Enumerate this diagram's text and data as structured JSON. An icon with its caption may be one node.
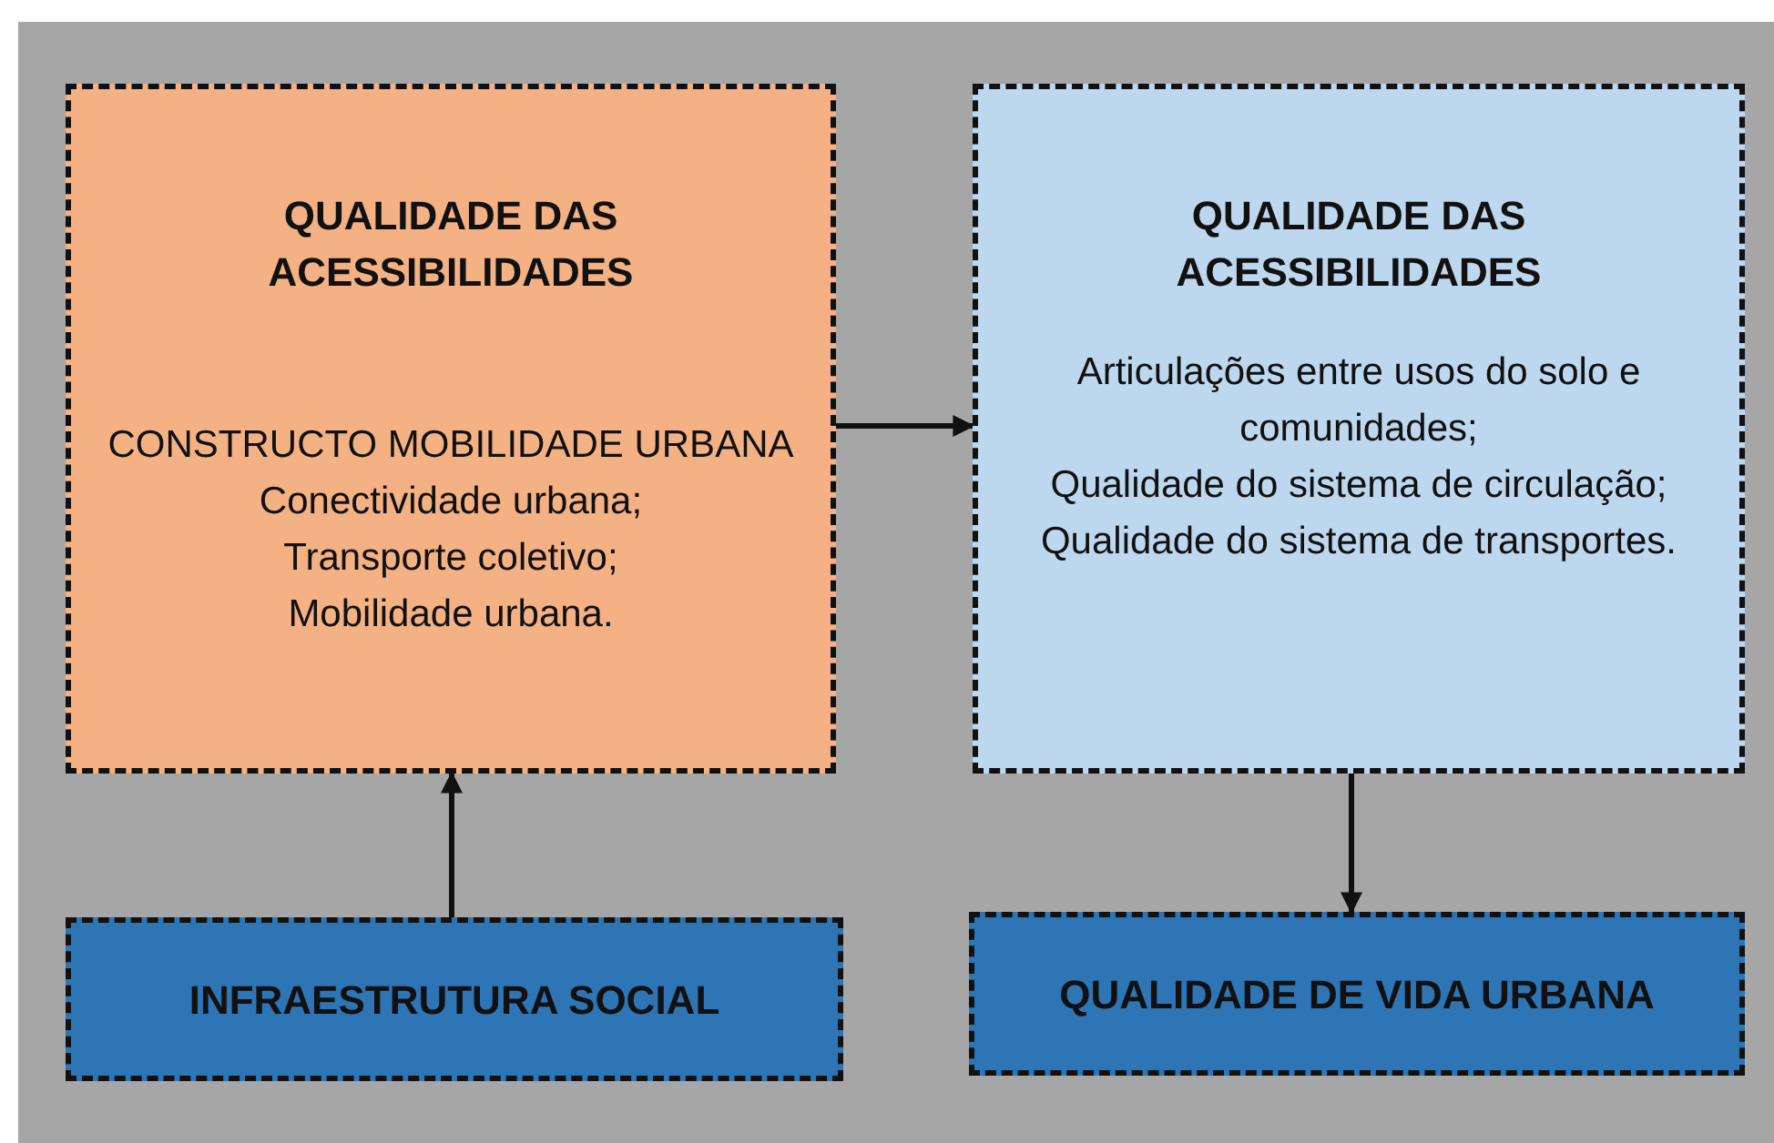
{
  "diagram": {
    "nodes": [
      {
        "text": [
          "QUALIDADE DAS ACESSIBILIDADES",
          "CONSTRUCTO MOBILIDADE URBANA",
          "Conectividade urbana;",
          "Transporte coletivo;",
          "Mobilidade urbana."
        ]
      },
      {
        "text": [
          "QUALIDADE DAS ACESSIBILIDADES",
          "Articulações entre usos do solo e comunidades;",
          "Qualidade do sistema de circulação;",
          "Qualidade do sistema de transportes."
        ]
      },
      {
        "text": [
          "INFRAESTRUTURA SOCIAL"
        ]
      },
      {
        "text": [
          "QUALIDADE DE VIDA URBANA"
        ]
      }
    ],
    "edges": [
      {
        "from": 2,
        "to": 0,
        "arrow": "to"
      },
      {
        "from": 0,
        "to": 1,
        "arrow": "to"
      },
      {
        "from": 1,
        "to": 3,
        "arrow": "to"
      }
    ]
  }
}
